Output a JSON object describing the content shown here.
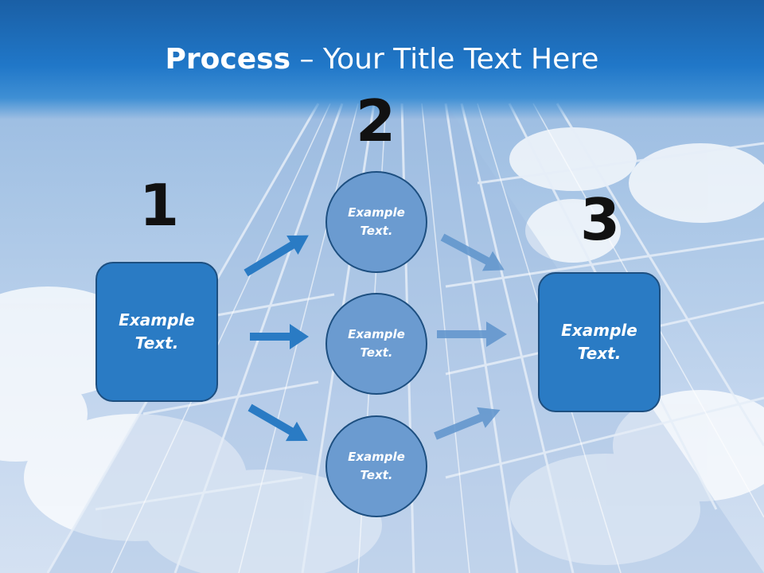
{
  "slide": {
    "title_bold": "Process",
    "title_rest": " – Your Title Text Here"
  },
  "steps": {
    "step1_number": "1",
    "step2_number": "2",
    "step3_number": "3"
  },
  "nodes": {
    "box1_text": "Example Text.",
    "circle_top_text": "Example Text.",
    "circle_mid_text": "Example Text.",
    "circle_bottom_text": "Example Text.",
    "box3_text": "Example Text."
  },
  "colors": {
    "title_band": "#2077c8",
    "box_fill": "#2a7bc4",
    "circle_fill": "#6b9bd0",
    "arrow_dark": "#2a7bc4",
    "arrow_light": "#5f94cc",
    "number_text": "#111111"
  }
}
